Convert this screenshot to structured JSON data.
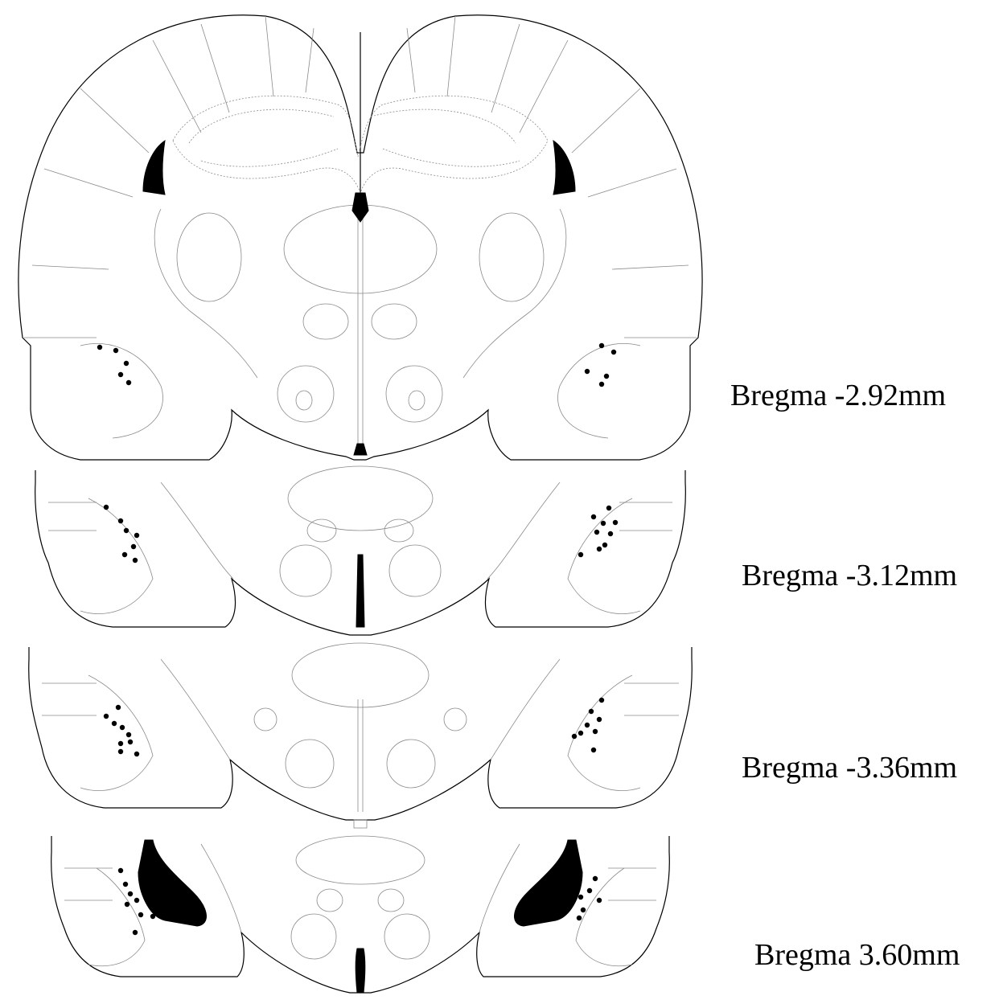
{
  "sections": [
    {
      "id": "s1",
      "label": "Bregma -2.92mm"
    },
    {
      "id": "s2",
      "label": "Bregma -3.12mm"
    },
    {
      "id": "s3",
      "label": "Bregma -3.36mm"
    },
    {
      "id": "s4",
      "label": "Bregma 3.60mm"
    }
  ],
  "colors": {
    "ink": "#000000",
    "fine_line": "#8a8a8a",
    "background": "#ffffff"
  }
}
